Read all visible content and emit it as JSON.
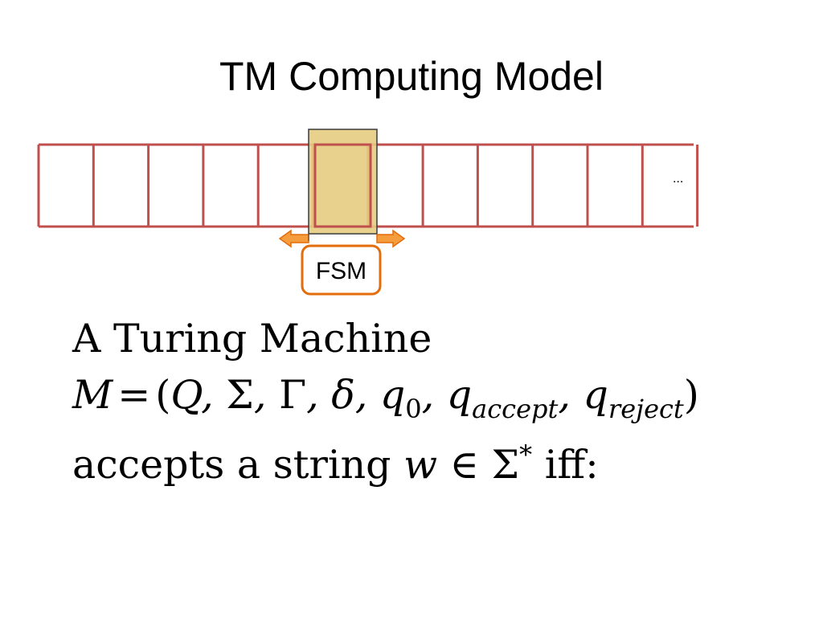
{
  "slide": {
    "title": "TM Computing Model"
  },
  "tape": {
    "cell_count": 12,
    "head_cell_index": 5,
    "ellipsis": "···",
    "cell_border_color": "#c0504d",
    "head_fill_color": "#e6cc7f",
    "head_border_color": "#3b3b3b",
    "arrow_color": "#f59d3d"
  },
  "fsm": {
    "label": "FSM",
    "border_color": "#e46c0a"
  },
  "text": {
    "line1": "A Turing Machine",
    "formula": {
      "M": "M",
      "eq": "=",
      "open": "(",
      "Q": "Q",
      "comma": ",",
      "Sigma": "Σ",
      "Gamma": "Γ",
      "delta": "δ",
      "q": "q",
      "sub0": "0",
      "sub_accept": "accept",
      "sub_reject": "reject",
      "close": ")"
    },
    "line3_prefix": "accepts a string",
    "w": "w",
    "in": "∈",
    "Sigma_star_base": "Σ",
    "star": "*",
    "line3_suffix": "iff:"
  }
}
